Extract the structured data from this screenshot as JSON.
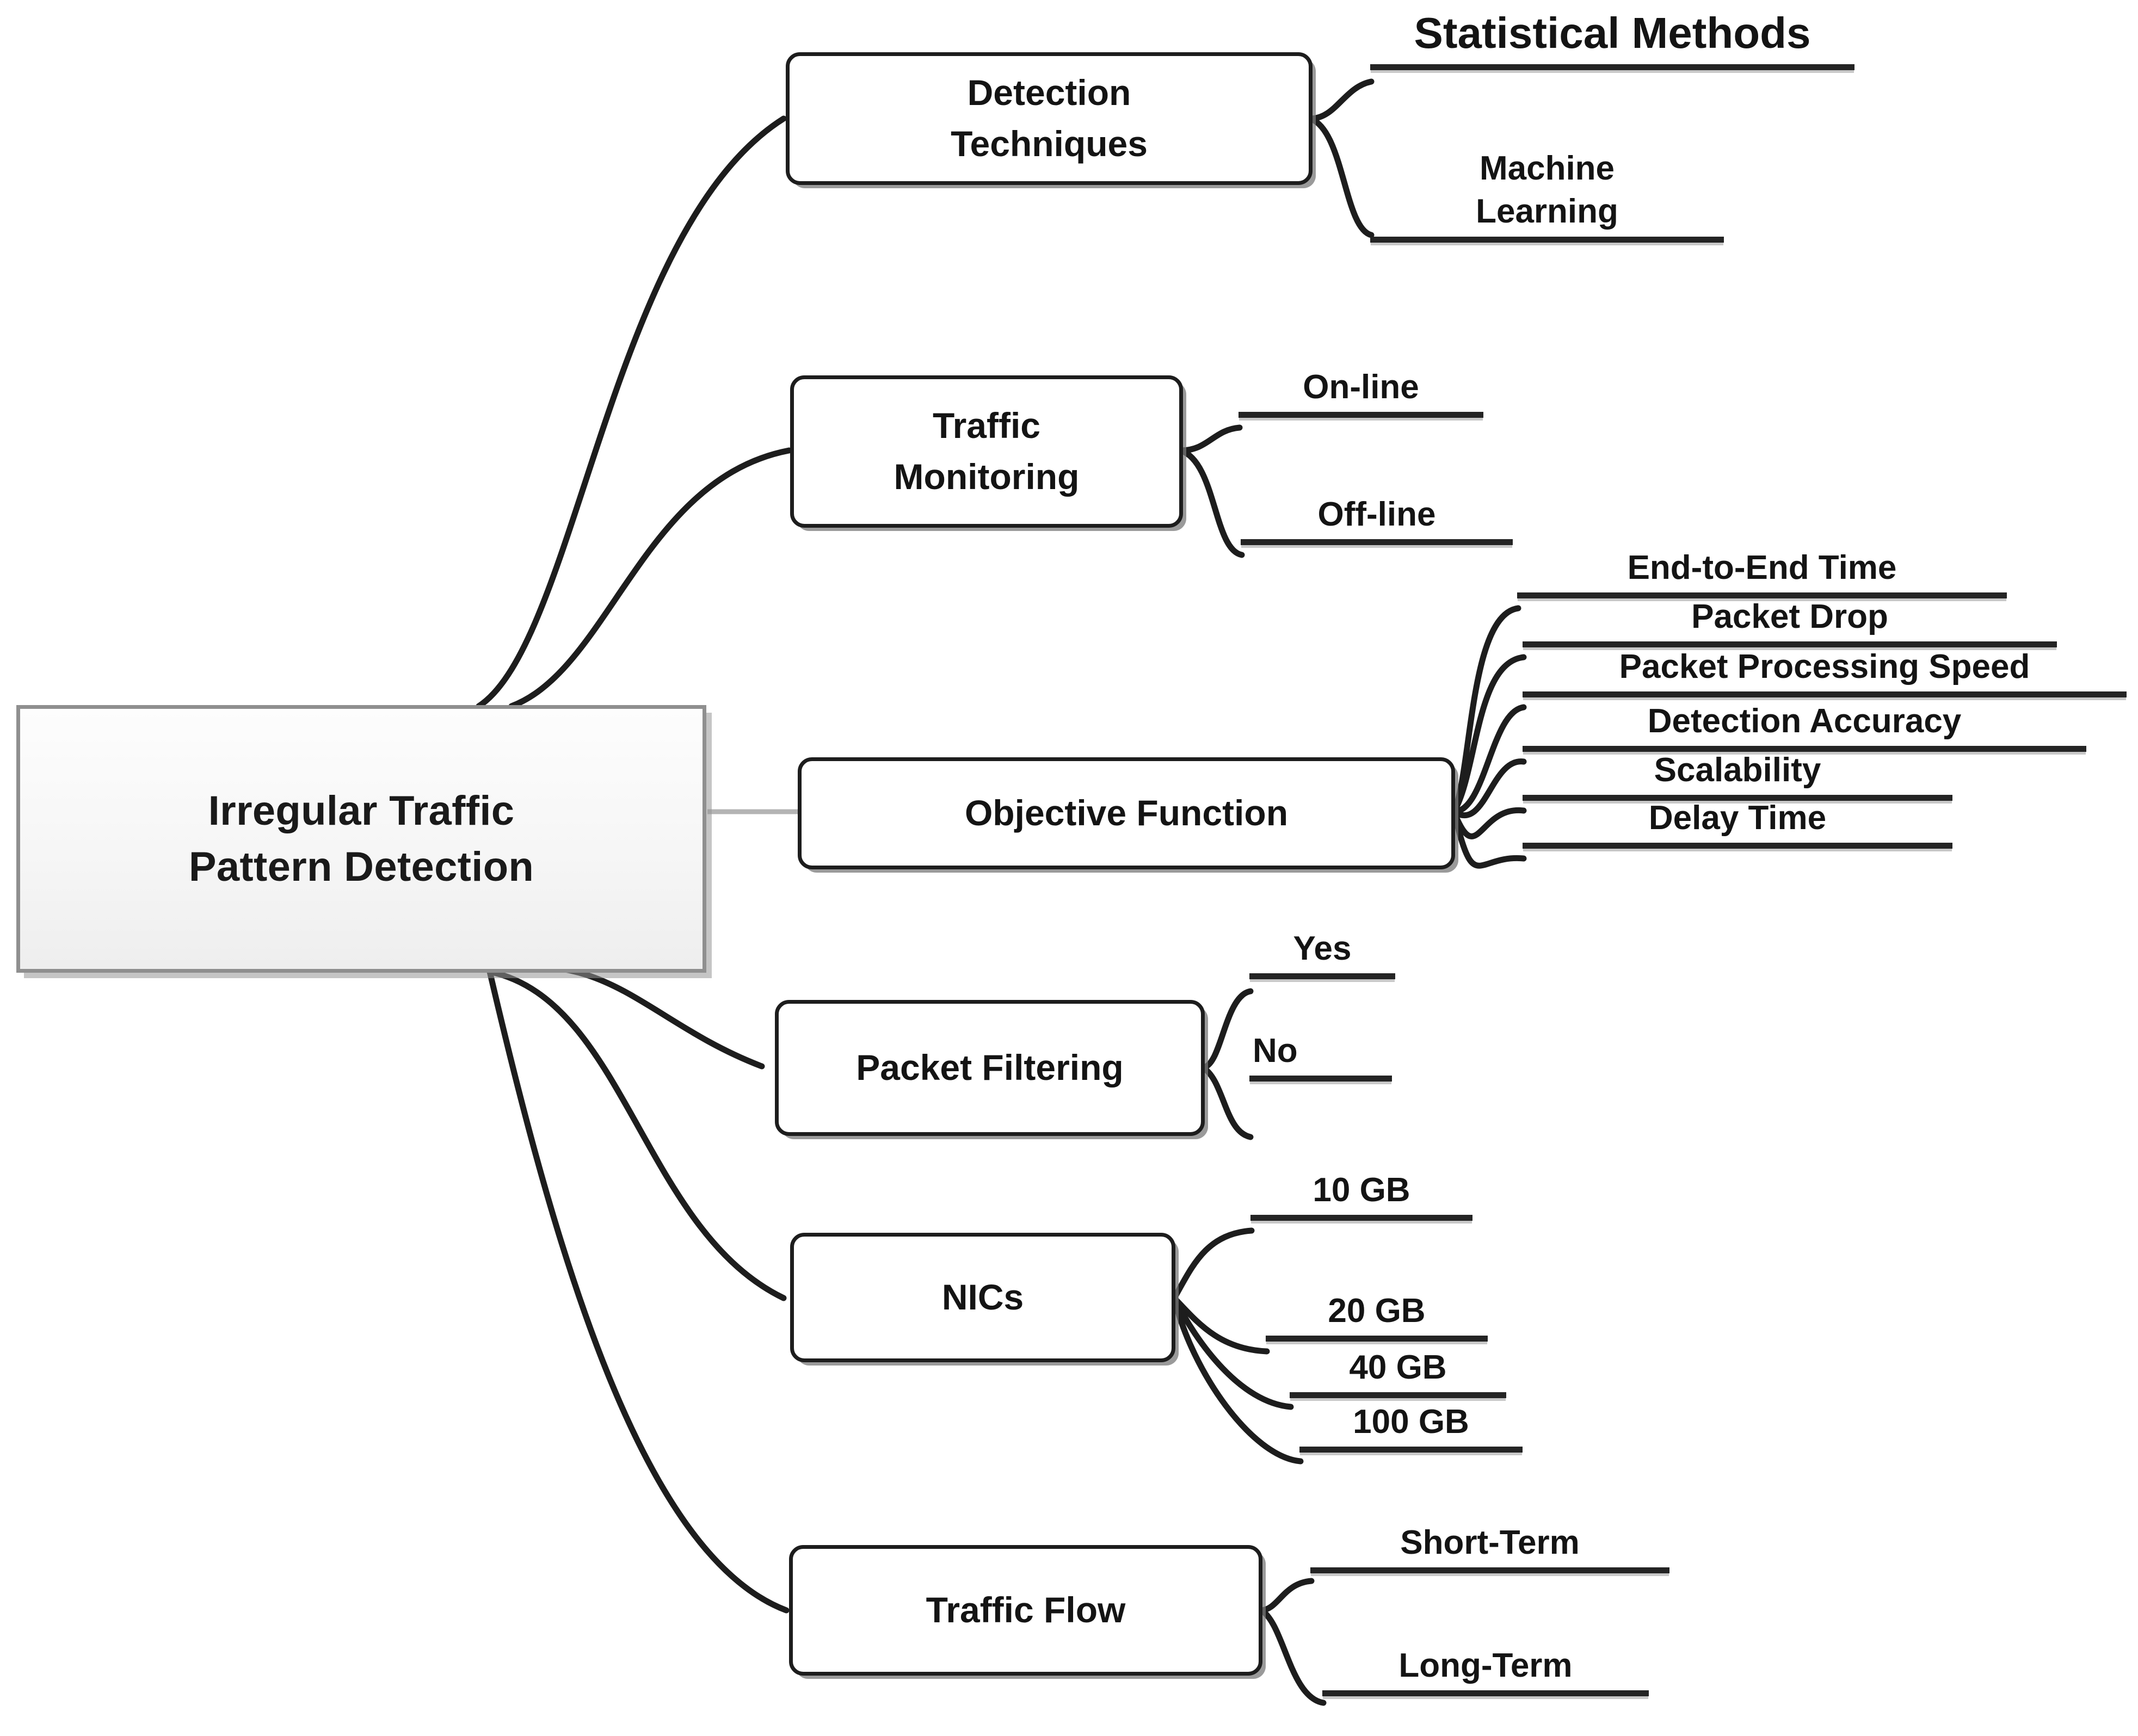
{
  "diagram": {
    "type": "mind-map",
    "title": "Irregular Traffic Pattern Detection",
    "root": {
      "label": "Irregular Traffic\nPattern Detection"
    },
    "branches": [
      {
        "id": "detection-techniques",
        "label": "Detection\nTechniques",
        "children": [
          {
            "id": "statistical-methods",
            "label": "Statistical Methods"
          },
          {
            "id": "machine-learning",
            "label": "Machine\nLearning"
          }
        ]
      },
      {
        "id": "traffic-monitoring",
        "label": "Traffic\nMonitoring",
        "children": [
          {
            "id": "on-line",
            "label": "On-line"
          },
          {
            "id": "off-line",
            "label": "Off-line"
          }
        ]
      },
      {
        "id": "objective-function",
        "label": "Objective Function",
        "children": [
          {
            "id": "end-to-end-time",
            "label": "End-to-End Time"
          },
          {
            "id": "packet-drop",
            "label": "Packet Drop"
          },
          {
            "id": "packet-processing-speed",
            "label": "Packet Processing Speed"
          },
          {
            "id": "detection-accuracy",
            "label": "Detection Accuracy"
          },
          {
            "id": "scalability",
            "label": "Scalability"
          },
          {
            "id": "delay-time",
            "label": "Delay Time"
          }
        ]
      },
      {
        "id": "packet-filtering",
        "label": "Packet Filtering",
        "children": [
          {
            "id": "yes",
            "label": "Yes"
          },
          {
            "id": "no",
            "label": "No"
          }
        ]
      },
      {
        "id": "nics",
        "label": "NICs",
        "children": [
          {
            "id": "10-gb",
            "label": "10 GB"
          },
          {
            "id": "20-gb",
            "label": "20 GB"
          },
          {
            "id": "40-gb",
            "label": "40 GB"
          },
          {
            "id": "100-gb",
            "label": "100 GB"
          }
        ]
      },
      {
        "id": "traffic-flow",
        "label": "Traffic Flow",
        "children": [
          {
            "id": "short-term",
            "label": "Short-Term"
          },
          {
            "id": "long-term",
            "label": "Long-Term"
          }
        ]
      }
    ],
    "colors": {
      "background": "#ffffff",
      "root_border": "#8f8f8f",
      "root_fill": "#f6f6f6",
      "branch_border": "#1d1d1d",
      "branch_fill": "#ffffff",
      "connector": "#1d1d1d",
      "root_connector": "#b4b4b4",
      "text": "#141414",
      "underline": "#242424",
      "shadow": "#a0a0a0"
    }
  }
}
